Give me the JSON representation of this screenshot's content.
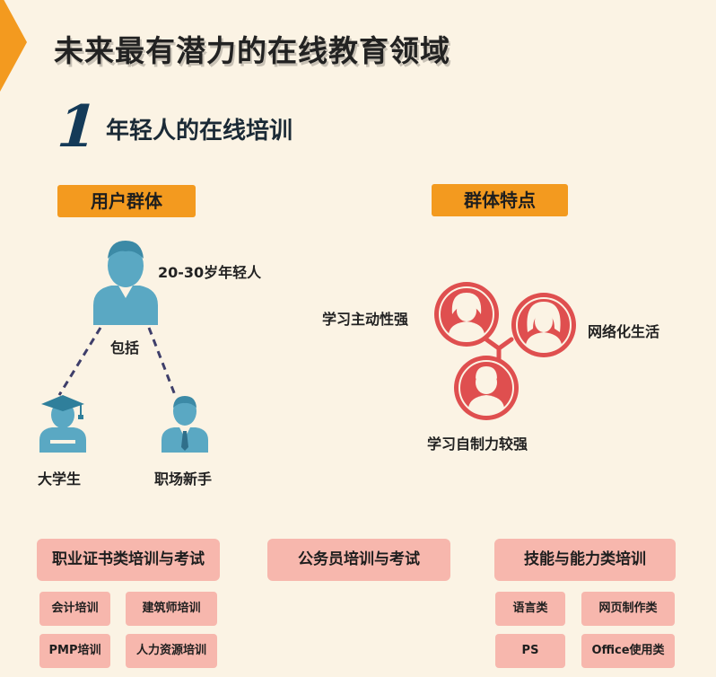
{
  "title": "未来最有潜力的在线教育领域",
  "section": {
    "number": "1",
    "title": "年轻人的在线培训"
  },
  "tags": {
    "users": "用户群体",
    "traits": "群体特点"
  },
  "users": {
    "main_label": "20-30岁年轻人",
    "includes_label": "包括",
    "student_label": "大学生",
    "newcomer_label": "职场新手"
  },
  "traits": {
    "left": "学习主动性强",
    "right": "网络化生活",
    "bottom": "学习自制力较强"
  },
  "categories": {
    "cert": {
      "title": "职业证书类培训与考试",
      "items": [
        "会计培训",
        "建筑师培训",
        "PMP培训",
        "人力资源培训"
      ]
    },
    "civil": {
      "title": "公务员培训与考试"
    },
    "skill": {
      "title": "技能与能力类培训",
      "items": [
        "语言类",
        "网页制作类",
        "PS",
        "Office使用类"
      ]
    }
  },
  "colors": {
    "background": "#fbf3e4",
    "orange": "#f39a1f",
    "teal": "#5aa8c3",
    "red": "#df4f4f",
    "pink": "#f7b7ad",
    "navy": "#143a58"
  }
}
